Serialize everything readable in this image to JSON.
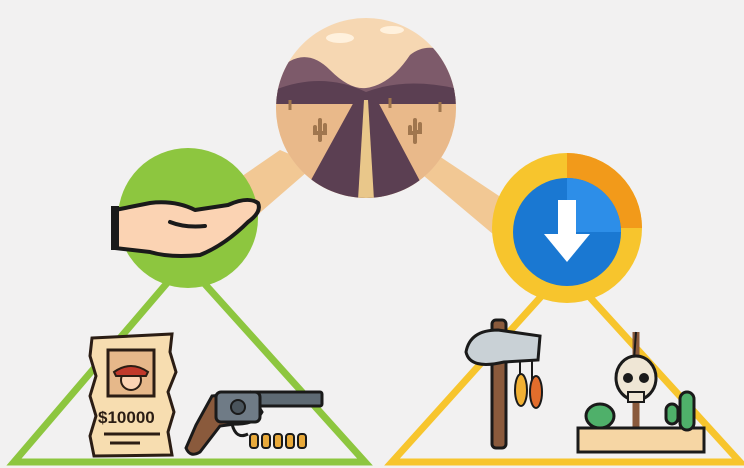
{
  "diagram": {
    "nodes": [
      {
        "id": "top",
        "icon": "desert-road-icon"
      },
      {
        "id": "left",
        "icon": "open-hand-icon",
        "color": "#8dc63f"
      },
      {
        "id": "right",
        "icon": "download-arrow-icon",
        "color": "#f7c52d"
      }
    ],
    "left_group": {
      "icons": [
        "wanted-poster-icon",
        "revolver-icon",
        "bullets-icon"
      ],
      "triangle_color": "#8dc63f"
    },
    "right_group": {
      "icons": [
        "tomahawk-icon",
        "skull-on-stake-icon",
        "cactus-icon"
      ],
      "triangle_color": "#f7c52d"
    },
    "connector_color": "#f2c894"
  },
  "poster": {
    "reward": "$10000"
  }
}
